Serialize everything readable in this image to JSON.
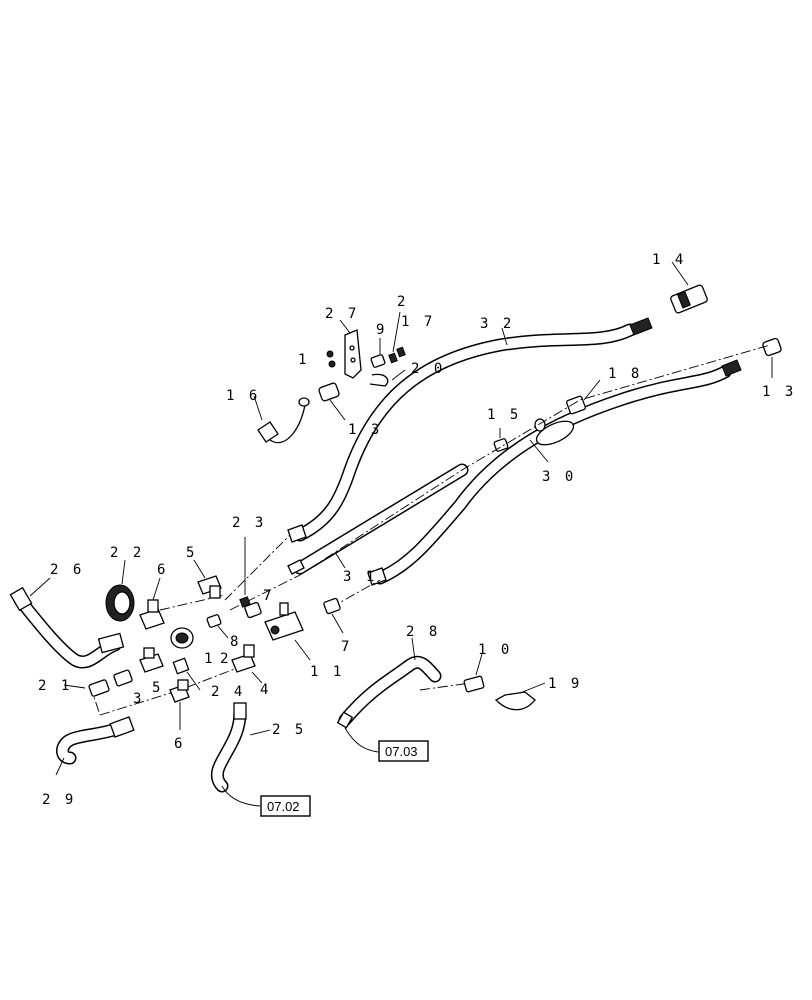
{
  "callouts": {
    "c14": "1 4",
    "c32": "3 2",
    "c2a": "2",
    "c27": "2 7",
    "c9": "9",
    "c17": "1 7",
    "c1a": "1",
    "c20": "2 0",
    "c16": "1 6",
    "c13a": "1 3",
    "c18": "1 8",
    "c13b": "1 3",
    "c15": "1 5",
    "c30": "3 0",
    "c23": "2 3",
    "c26": "2 6",
    "c22": "2 2",
    "c5a": "5",
    "c6a": "6",
    "c7a": "7",
    "c31": "3 1",
    "c8": "8",
    "c1b": "1",
    "c2b": "2",
    "c11": "1 1",
    "c7b": "7",
    "c28": "2 8",
    "c10": "1 0",
    "c19": "1 9",
    "c21": "2 1",
    "c3": "3",
    "c5b": "5",
    "c24": "2 4",
    "c4": "4",
    "c6b": "6",
    "c25": "2 5",
    "c29": "2 9"
  },
  "references": {
    "ref_0703": "07.03",
    "ref_0702": "07.02"
  }
}
